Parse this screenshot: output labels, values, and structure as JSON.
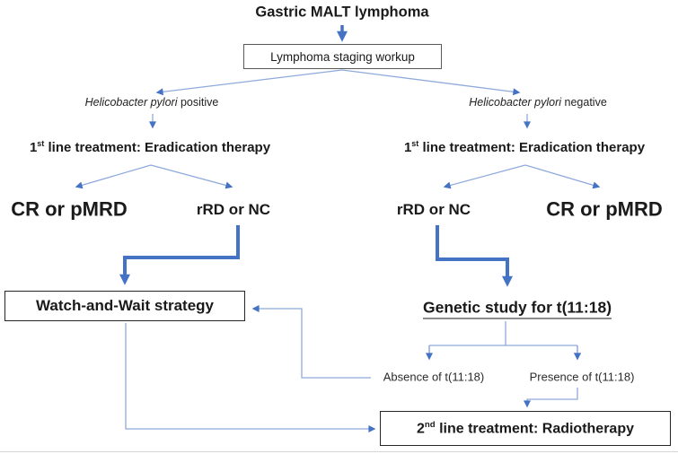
{
  "colors": {
    "thick_blue": "#4472C4",
    "thin_blue": "#8FAADC",
    "arrow_blue": "#4472C4",
    "border_dark": "#262626",
    "border_gray": "#595959",
    "text_dark": "#1a1a1a"
  },
  "nodes": {
    "title": "Gastric MALT lymphoma",
    "staging": "Lymphoma staging workup",
    "hp_positive": {
      "italic": "Helicobacter pylori",
      "rest": " positive"
    },
    "hp_negative": {
      "italic": "Helicobacter pylori",
      "rest": " negative"
    },
    "first_line": {
      "base": "1",
      "sup": "st",
      "rest": " line treatment: Eradication therapy"
    },
    "cr_pmrd": "CR or pMRD",
    "rrd_nc": "rRD or NC",
    "watch": "Watch-and-Wait strategy",
    "genetic": "Genetic study for t(11:18)",
    "absence": "Absence of t(11:18)",
    "presence": "Presence of t(11:18)",
    "second_line": {
      "base": "2",
      "sup": "nd",
      "rest": " line treatment: Radiotherapy"
    }
  }
}
